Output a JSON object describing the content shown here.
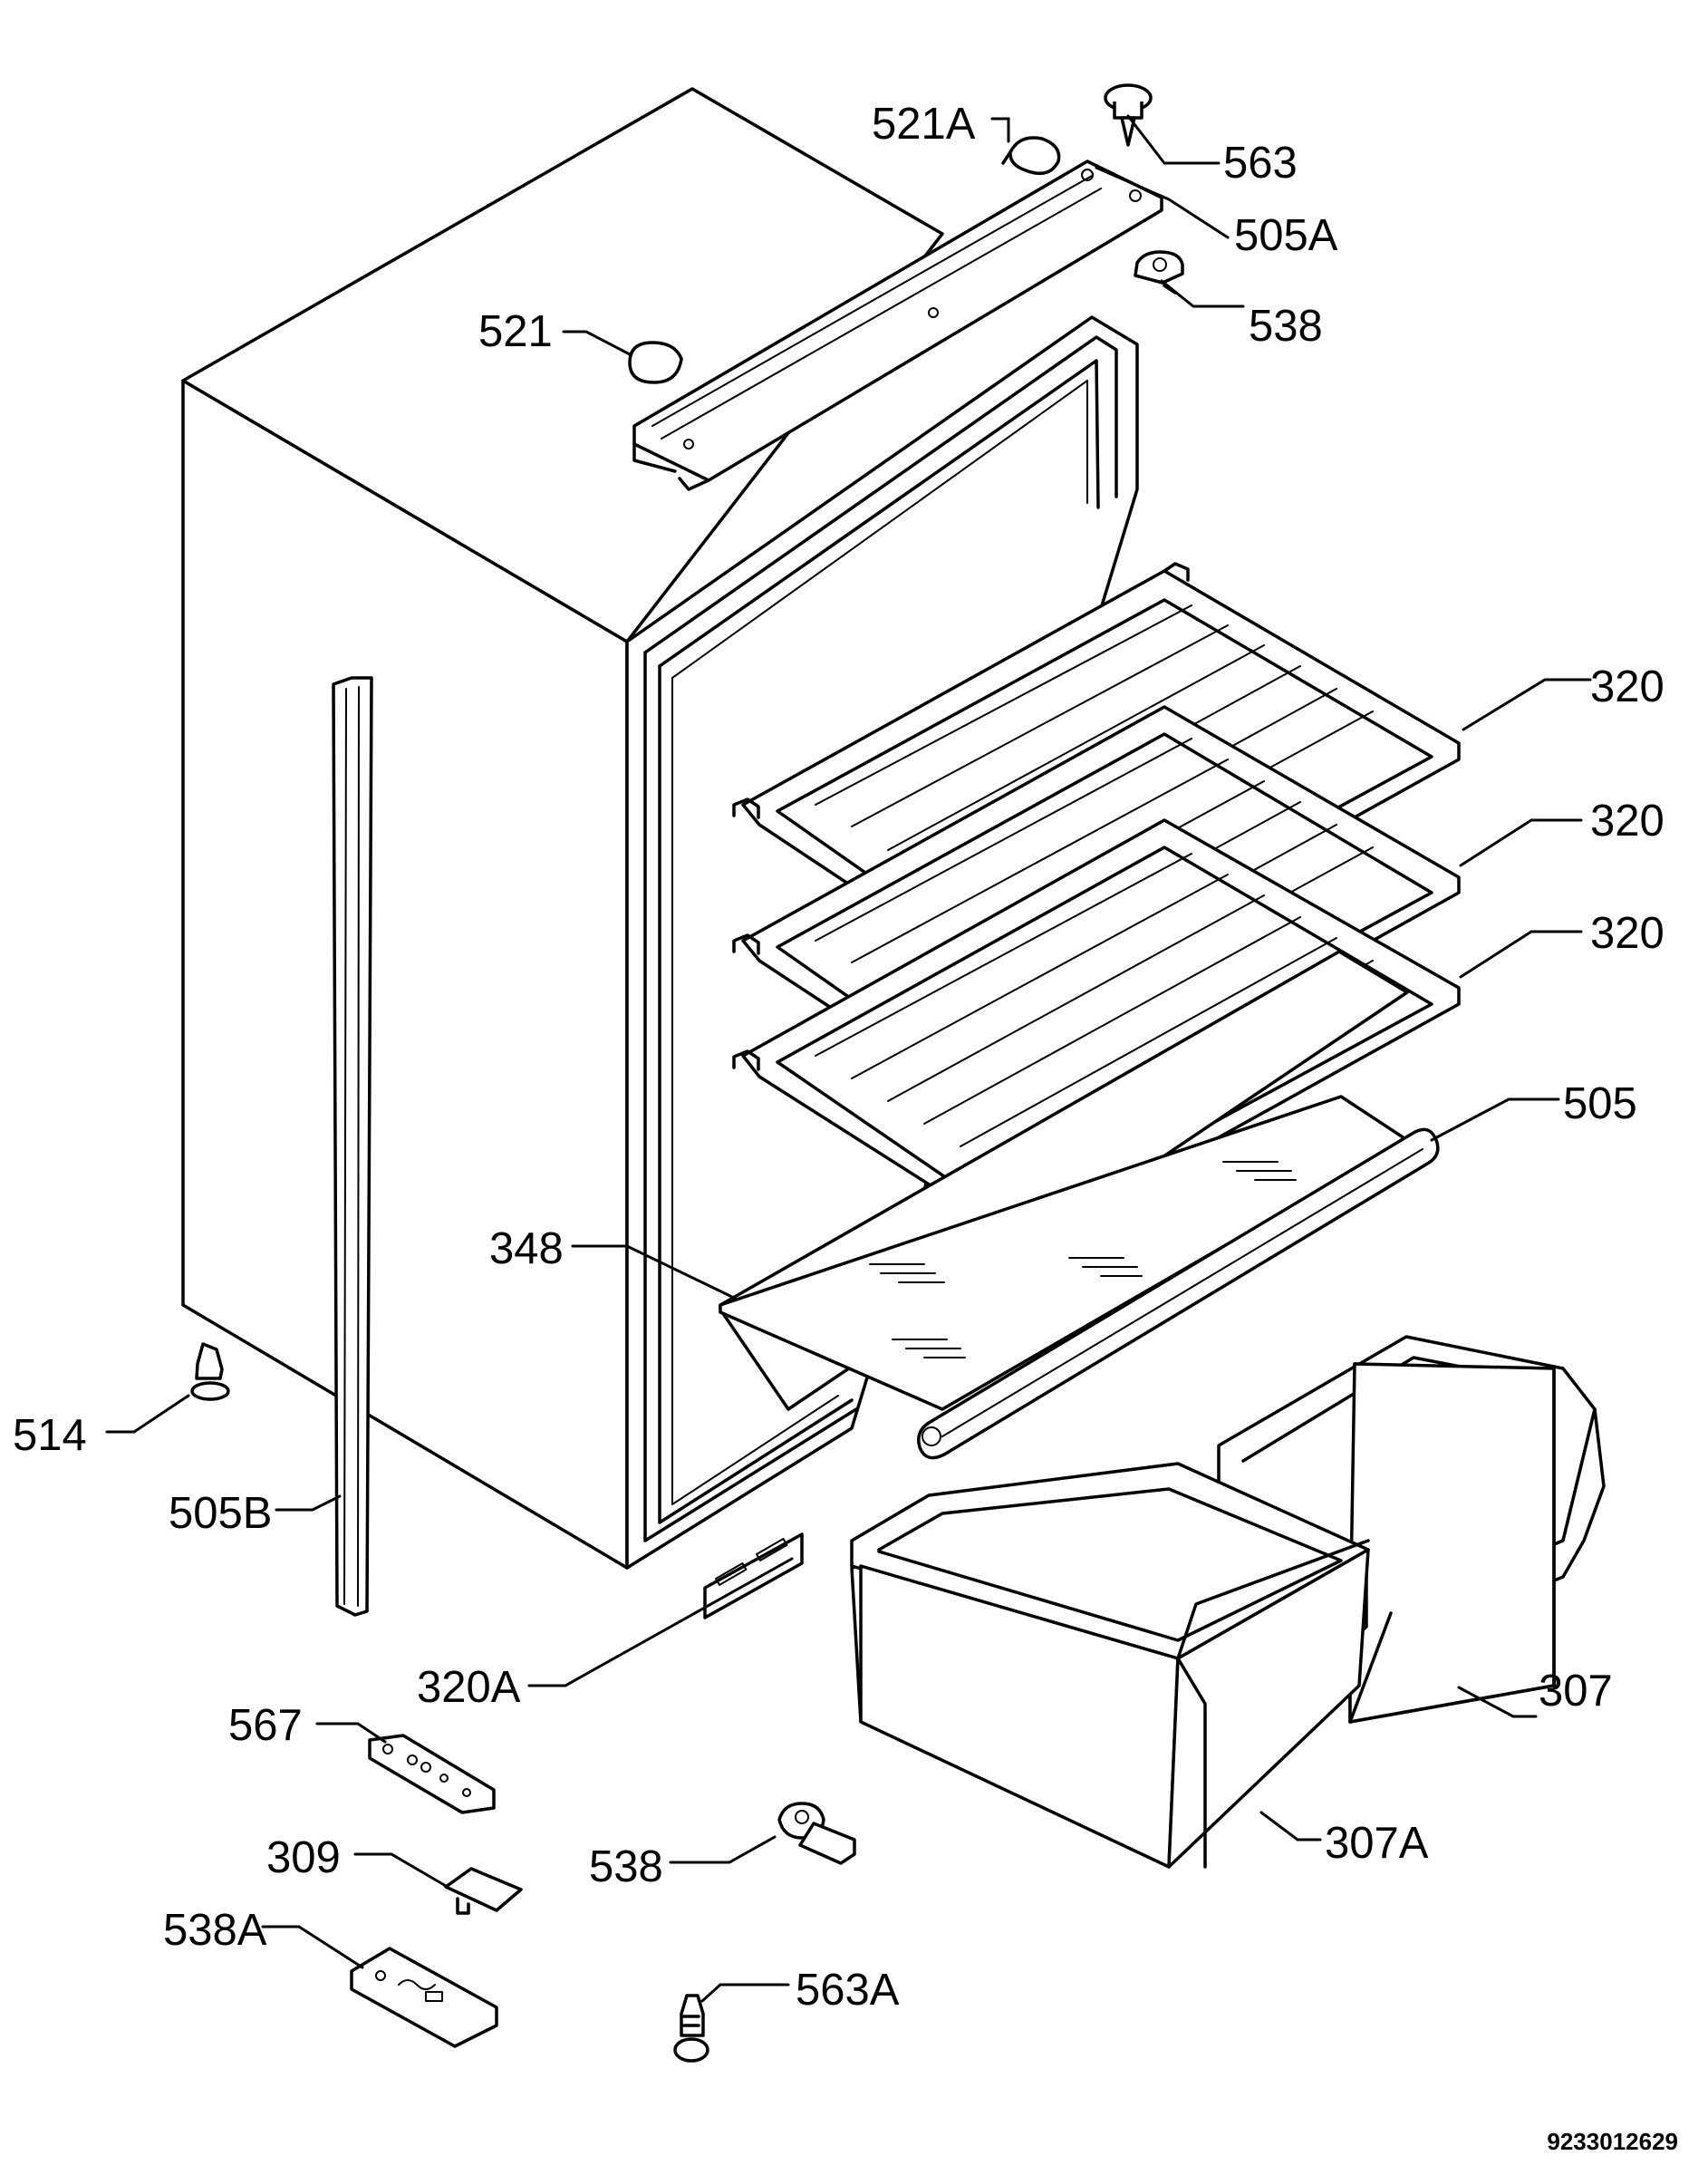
{
  "diagram": {
    "document_number": "9233012629",
    "callouts": [
      {
        "id": "c521a",
        "text": "521A"
      },
      {
        "id": "c563",
        "text": "563"
      },
      {
        "id": "c505a",
        "text": "505A"
      },
      {
        "id": "c538top",
        "text": "538"
      },
      {
        "id": "c521",
        "text": "521"
      },
      {
        "id": "c320a1",
        "text": "320"
      },
      {
        "id": "c320b",
        "text": "320"
      },
      {
        "id": "c320c",
        "text": "320"
      },
      {
        "id": "c505",
        "text": "505"
      },
      {
        "id": "c348",
        "text": "348"
      },
      {
        "id": "c514",
        "text": "514"
      },
      {
        "id": "c505b",
        "text": "505B"
      },
      {
        "id": "c320a",
        "text": "320A"
      },
      {
        "id": "c307",
        "text": "307"
      },
      {
        "id": "c567",
        "text": "567"
      },
      {
        "id": "c307a",
        "text": "307A"
      },
      {
        "id": "c309",
        "text": "309"
      },
      {
        "id": "c538bot",
        "text": "538"
      },
      {
        "id": "c538a",
        "text": "538A"
      },
      {
        "id": "c563a",
        "text": "563A"
      }
    ]
  }
}
